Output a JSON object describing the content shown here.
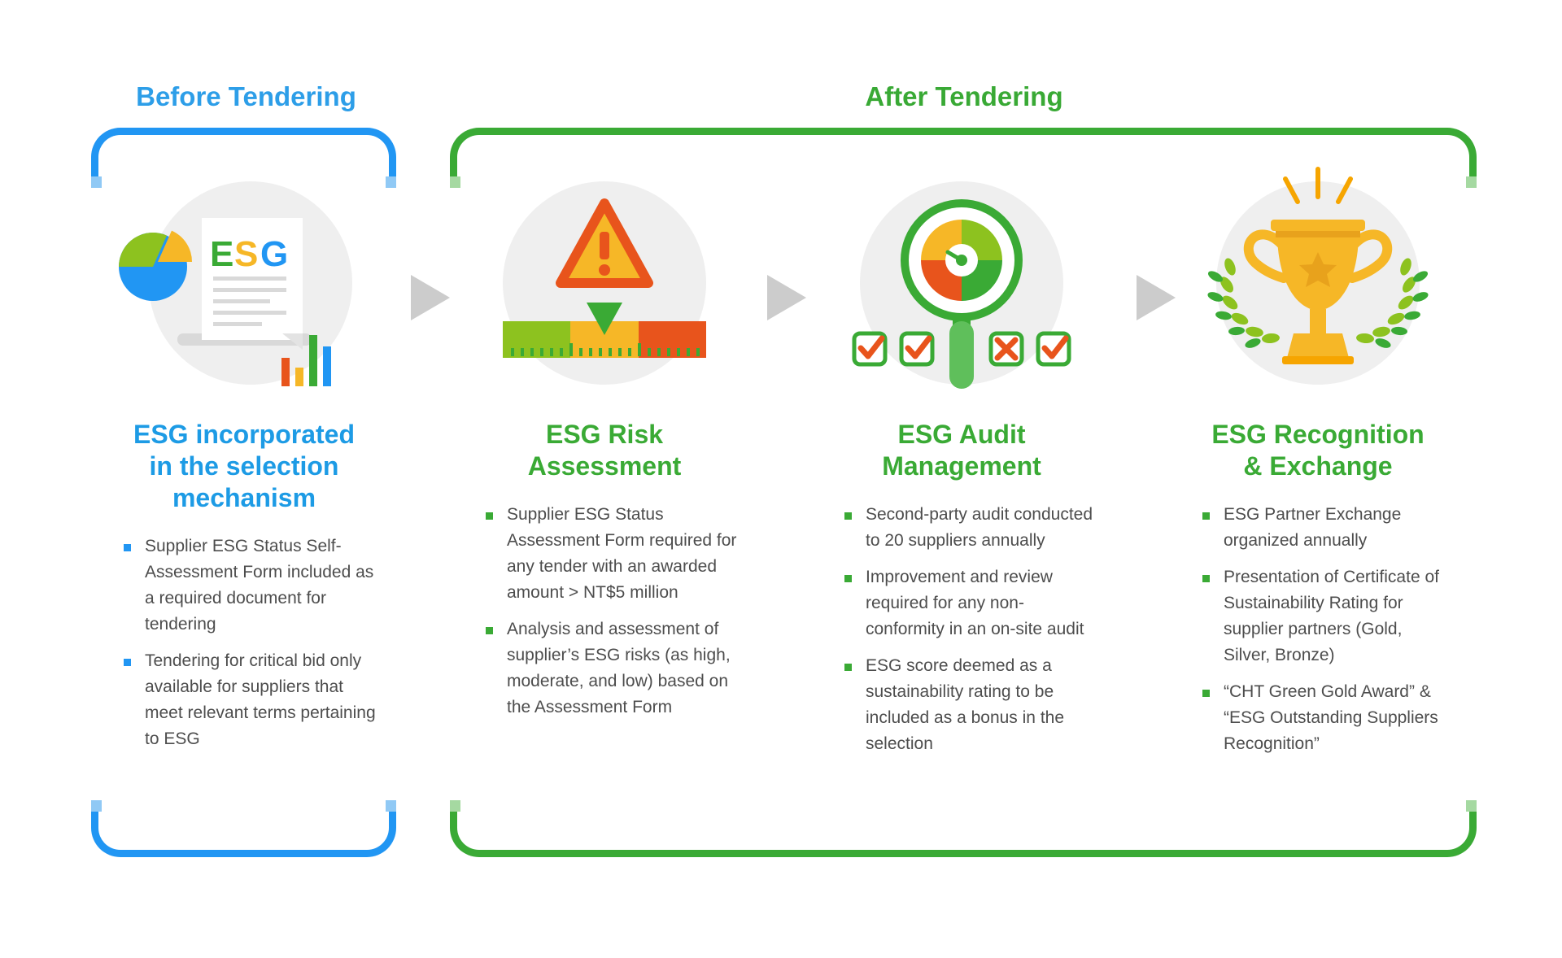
{
  "phases": {
    "before": "Before Tendering",
    "after": "After Tendering"
  },
  "colors": {
    "blue": "#2196f3",
    "green": "#3aaa35",
    "orange": "#e8541c",
    "yellow": "#f6b727",
    "lime": "#8dc21f"
  },
  "icons": {
    "col1": "esg-document-icon",
    "col2": "risk-warning-icon",
    "col3": "audit-magnifier-icon",
    "col4": "trophy-icon"
  },
  "esg_doc": {
    "e": "E",
    "s": "S",
    "g": "G"
  },
  "columns": [
    {
      "title_lines": [
        "ESG incorporated",
        "in the selection",
        "mechanism"
      ],
      "bullets": [
        "Supplier ESG Status Self-Assessment Form included as a required document for tendering",
        "Tendering for critical bid only available for suppliers that meet relevant terms pertaining to ESG"
      ]
    },
    {
      "title_lines": [
        "ESG Risk",
        "Assessment"
      ],
      "bullets": [
        "Supplier ESG Status Assessment Form required for any tender with an awarded amount > NT$5 million",
        "Analysis and assessment of supplier’s ESG risks (as high, moderate, and low) based on the Assessment Form"
      ]
    },
    {
      "title_lines": [
        "ESG Audit",
        "Management"
      ],
      "bullets": [
        "Second-party audit conducted to 20 suppliers annually",
        "Improvement and review required for any non-conformity in an on-site audit",
        "ESG score deemed as a sustainability rating to be included as a bonus in the selection"
      ]
    },
    {
      "title_lines": [
        "ESG Recognition",
        "& Exchange"
      ],
      "bullets": [
        "ESG Partner Exchange organized annually",
        "Presentation of Certificate of Sustainability Rating for supplier partners (Gold, Silver, Bronze)",
        "“CHT Green Gold Award” & “ESG Outstanding Suppliers Recognition”"
      ]
    }
  ]
}
